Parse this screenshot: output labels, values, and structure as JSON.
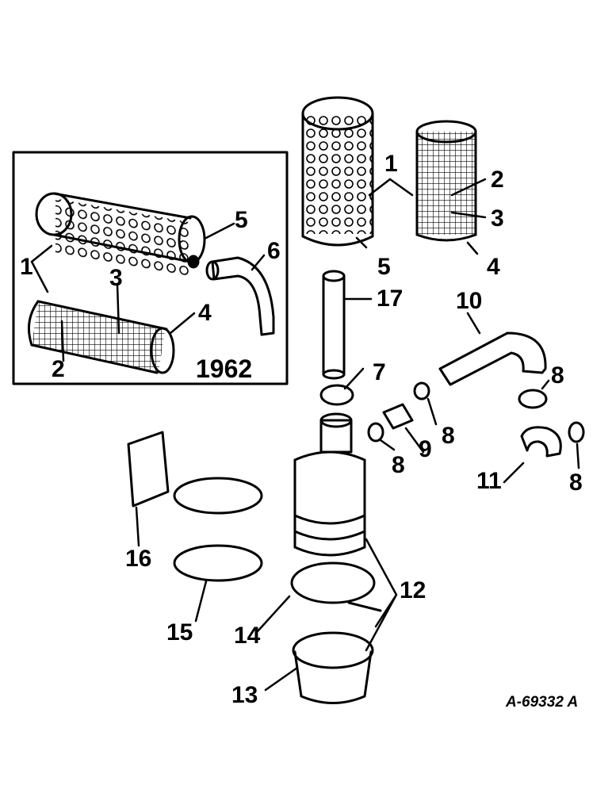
{
  "inset": {
    "year": "1962"
  },
  "drawing_code": "A-69332 A",
  "labels": {
    "main_1": "1",
    "main_2": "2",
    "main_3": "3",
    "main_4": "4",
    "main_5": "5",
    "inset_1": "1",
    "inset_2": "2",
    "inset_3": "3",
    "inset_4": "4",
    "inset_5": "5",
    "inset_6": "6",
    "p7": "7",
    "p8a": "8",
    "p8b": "8",
    "p8c": "8",
    "p8d": "8",
    "p9": "9",
    "p10": "10",
    "p11": "11",
    "p12": "12",
    "p13": "13",
    "p14": "14",
    "p15": "15",
    "p16": "16",
    "p17": "17"
  }
}
